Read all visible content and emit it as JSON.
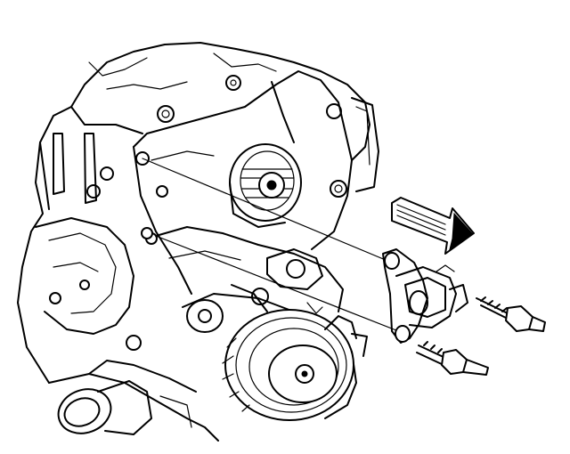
{
  "diagram": {
    "parts": [
      {
        "id": "engine-block",
        "icon": "engine-block-icon"
      },
      {
        "id": "timing-cover",
        "icon": "timing-cover-icon"
      },
      {
        "id": "idler-pulley",
        "icon": "idler-pulley-icon"
      },
      {
        "id": "tensioner-pulley",
        "icon": "tensioner-pulley-icon"
      },
      {
        "id": "water-pump-pulley",
        "icon": "water-pump-pulley-icon"
      },
      {
        "id": "coolant-outlet-pipe",
        "icon": "coolant-outlet-icon"
      },
      {
        "id": "mounting-bracket",
        "icon": "bracket-icon"
      },
      {
        "id": "mounting-bolt-upper",
        "icon": "bolt-icon"
      },
      {
        "id": "mounting-bolt-lower",
        "icon": "bolt-icon"
      },
      {
        "id": "direction-arrow",
        "icon": "direction-arrow-icon"
      }
    ],
    "colors": {
      "line": "#000000",
      "background": "#ffffff"
    }
  }
}
